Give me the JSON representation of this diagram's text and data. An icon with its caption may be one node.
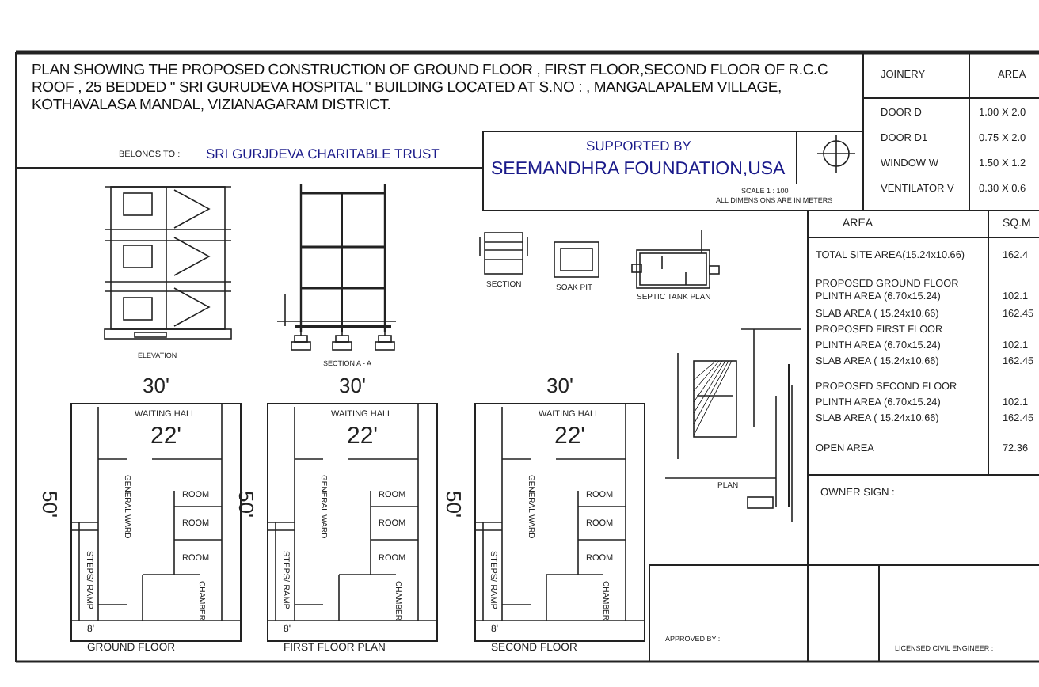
{
  "diagram": {
    "title": "PLAN SHOWING THE PROPOSED CONSTRUCTION OF GROUND FLOOR , FIRST FLOOR,SECOND FLOOR OF  R.C.C ROOF , 25 BEDDED \" SRI GURUDEVA HOSPITAL \" BUILDING LOCATED  AT S.NO :     , MANGALAPALEM VILLAGE, KOTHAVALASA MANDAL,  VIZIANAGARAM DISTRICT.",
    "labels": [
      "BELONGS TO :",
      "SRI GURJDEVA CHARITABLE TRUST",
      "SUPPORTED BY",
      "SEEMANDHRA FOUNDATION,USA",
      "SCALE  1 : 100",
      "ALL DIMENSIONS ARE IN METERS",
      "JOINERY",
      "AREA",
      "DOOR D",
      "1.00 X 2.0",
      "DOOR D1",
      "0.75 X 2.0",
      "WINDOW  W",
      "1.50 X 1.2",
      "VENTILATOR V",
      "0.30 X 0.6",
      "ELEVATION",
      "SECTION A - A",
      "SECTION",
      "SOAK PIT",
      "SEPTIC TANK PLAN",
      "PLAN",
      "AREA",
      "SQ.M",
      "TOTAL SITE AREA(15.24x10.66)",
      "162.4",
      "PROPOSED GROUND FLOOR",
      "PLINTH AREA   (6.70x15.24)",
      "102.1",
      "SLAB AREA ( 15.24x10.66)",
      "162.45",
      "PROPOSED FIRST FLOOR",
      "PLINTH AREA   (6.70x15.24)",
      "102.1",
      "SLAB AREA ( 15.24x10.66)",
      "162.45",
      "PROPOSED SECOND FLOOR",
      "PLINTH AREA   (6.70x15.24)",
      "102.1",
      "SLAB AREA ( 15.24x10.66)",
      "162.45",
      "OPEN AREA",
      "72.36",
      "OWNER SIGN :",
      "APPROVED BY :",
      "LICENSED CIVIL ENGINEER :",
      "30'",
      "WAITING HALL",
      "22'",
      "50'",
      "GENERAL WARD",
      "ROOM",
      "ROOM",
      "ROOM",
      "CHAMBER",
      "STEPS/ RAMP",
      "8'",
      "GROUND FLOOR",
      "30'",
      "WAITING HALL",
      "22'",
      "50'",
      "GENERAL WARD",
      "ROOM",
      "ROOM",
      "ROOM",
      "CHAMBER",
      "STEPS/ RAMP",
      "8'",
      "FIRST  FLOOR  PLAN",
      "30'",
      "WAITING HALL",
      "22'",
      "50'",
      "GENERAL WARD",
      "ROOM",
      "ROOM",
      "ROOM",
      "CHAMBER",
      "STEPS/ RAMP",
      "8'",
      "SECOND FLOOR"
    ]
  }
}
